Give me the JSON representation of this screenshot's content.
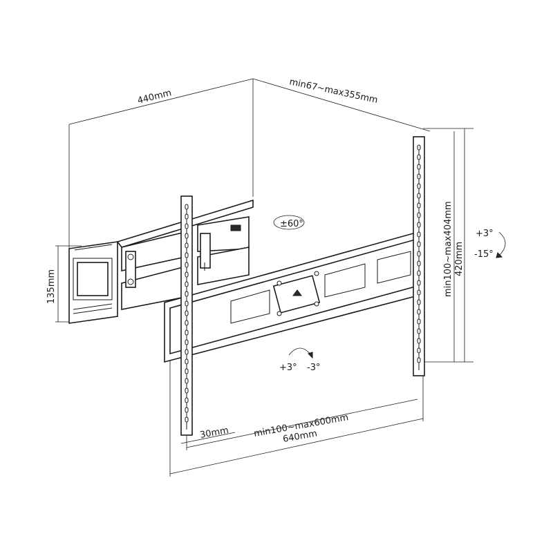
{
  "dimensions": {
    "top_width": "440mm",
    "depth": "min67~max355mm",
    "wall_plate_height": "135mm",
    "vertical_arm_range": "min100~max404mm",
    "overall_height": "420mm",
    "arm_offset": "30mm",
    "horizontal_range": "min100~max600mm",
    "overall_width": "640mm"
  },
  "motions": {
    "swivel": "±60°",
    "tilt_up": "+3°",
    "tilt_down": "-15°",
    "level_plus": "+3°",
    "level_minus": "-3°"
  },
  "colors": {
    "line": "#1a1a1a",
    "background": "#ffffff"
  }
}
